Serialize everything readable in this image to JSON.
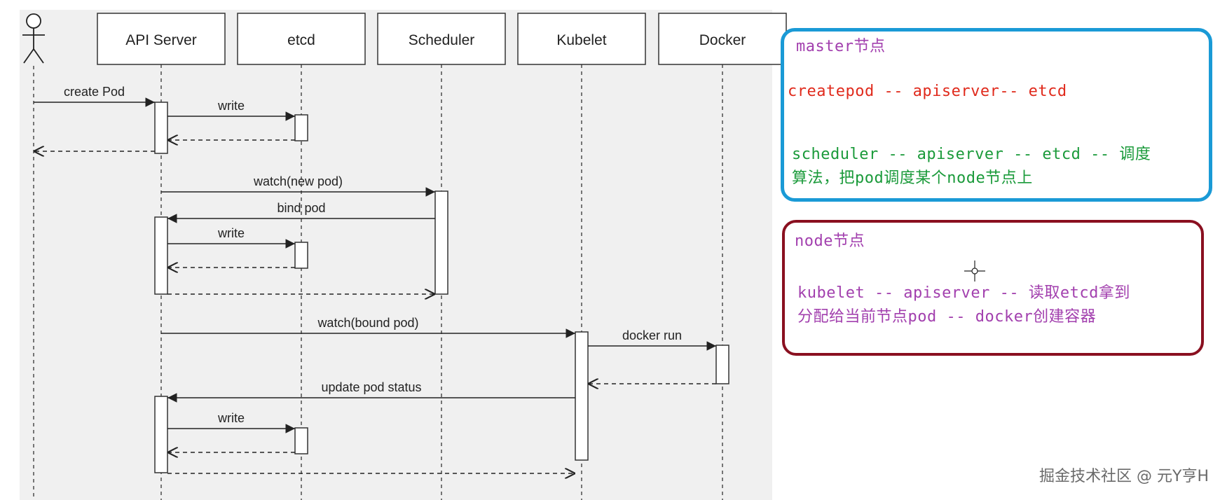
{
  "sequence": {
    "participants": [
      "API Server",
      "etcd",
      "Scheduler",
      "Kubelet",
      "Docker"
    ],
    "messages": [
      {
        "label": "create Pod",
        "from": "actor",
        "to": "API Server",
        "type": "sync"
      },
      {
        "label": "write",
        "from": "API Server",
        "to": "etcd",
        "type": "sync"
      },
      {
        "label": "",
        "from": "etcd",
        "to": "API Server",
        "type": "return"
      },
      {
        "label": "",
        "from": "API Server",
        "to": "actor",
        "type": "return"
      },
      {
        "label": "watch(new pod)",
        "from": "API Server",
        "to": "Scheduler",
        "type": "sync"
      },
      {
        "label": "bind pod",
        "from": "Scheduler",
        "to": "API Server",
        "type": "sync"
      },
      {
        "label": "write",
        "from": "API Server",
        "to": "etcd",
        "type": "sync"
      },
      {
        "label": "",
        "from": "etcd",
        "to": "API Server",
        "type": "return"
      },
      {
        "label": "",
        "from": "API Server",
        "to": "Scheduler",
        "type": "return"
      },
      {
        "label": "watch(bound pod)",
        "from": "API Server",
        "to": "Kubelet",
        "type": "sync"
      },
      {
        "label": "docker run",
        "from": "Kubelet",
        "to": "Docker",
        "type": "sync"
      },
      {
        "label": "",
        "from": "Docker",
        "to": "Kubelet",
        "type": "return"
      },
      {
        "label": "update pod status",
        "from": "Kubelet",
        "to": "API Server",
        "type": "sync"
      },
      {
        "label": "write",
        "from": "API Server",
        "to": "etcd",
        "type": "sync"
      },
      {
        "label": "",
        "from": "etcd",
        "to": "API Server",
        "type": "return"
      },
      {
        "label": "",
        "from": "API Server",
        "to": "Kubelet",
        "type": "return"
      }
    ]
  },
  "notes": {
    "master": {
      "title": "master节点",
      "line1": "createpod -- apiserver-- etcd",
      "line2a": "scheduler -- apiserver -- etcd -- 调度",
      "line2b": "算法，把pod调度某个node节点上"
    },
    "node": {
      "title": "node节点",
      "line1a": "kubelet -- apiserver -- 读取etcd拿到",
      "line1b": "分配给当前节点pod -- docker创建容器"
    }
  },
  "watermark": "掘金技术社区 @ 元Y亨H",
  "colors": {
    "master_border": "#1a9ad6",
    "node_border": "#8a1020",
    "title_text": "#a23fae",
    "red_text": "#e02a1c",
    "green_text": "#1a9a3a"
  }
}
